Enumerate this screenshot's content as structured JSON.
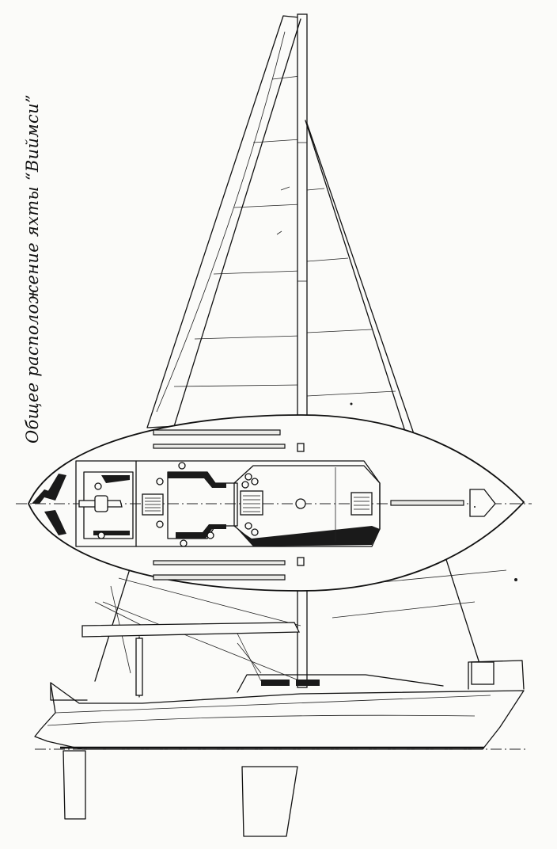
{
  "caption": "Общее расположение яхты “Виймси”",
  "drawing": {
    "views": [
      "sail-plan-profile",
      "deck-plan"
    ],
    "line_color": "#111111",
    "background_color": "#fbfbf9"
  }
}
